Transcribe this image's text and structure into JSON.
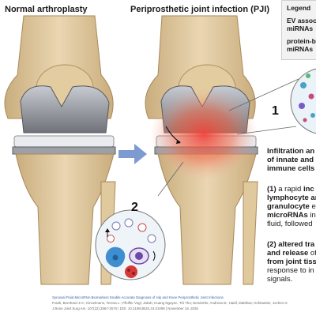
{
  "titles": {
    "left": "Normal arthroplasty",
    "right": "Periprosthetic joint infection (PJI)"
  },
  "legend": {
    "heading": "Legend",
    "item1_line1": "EV associa",
    "item1_line2": "miRNAs",
    "item2_line1": "protein-bo",
    "item2_line2": "miRNAs"
  },
  "markers": {
    "one": "1",
    "two": "2"
  },
  "text": {
    "infiltration_1": "Infiltration an",
    "infiltration_2": "of innate and",
    "infiltration_3": "immune cells",
    "p1_a_num": "(1)",
    "p1_a_rest": " a rapid ",
    "p1_a_bold": "inc",
    "p1_b": "lymphocyte ar",
    "p1_c_bold": "granulocyte",
    "p1_c_rest": " e",
    "p1_d_bold": "microRNAs",
    "p1_d_rest": " in",
    "p1_e": "fluid, followed",
    "p2_a": "(2) altered tra",
    "p2_b_bold": "and release",
    "p2_b_rest": " of",
    "p2_c": "from joint tiss",
    "p2_d": "response to in",
    "p2_e": "signals."
  },
  "citation": {
    "line1": "Synovial Fluid MicroRNA Biomarkers Enable Accurate Diagnosis of Hip and Knee Periprosthetic Joint Infections",
    "line2": "Frank, Bernhard J.H.; Kinzelmann, Teresa L.; Pfeiffer Vogl, Jakob; Huang Nguyen, Thi Thu; Dendorfer, Andreas B.; Haidl, Matthias; Hofstaetter, Jochen G.",
    "line3": "J Bone Joint Surg Am. 107(22):2567-2570 | DOI: 10.2106/JBJS.24.01099 | November 19, 2025"
  },
  "colors": {
    "bone": "#dcc49a",
    "bone_dark": "#b99b6c",
    "metal": "#8d9096",
    "inflammation": "#e7403c",
    "arrow": "#6d8ec9",
    "body_text": "#1a1a1a"
  }
}
